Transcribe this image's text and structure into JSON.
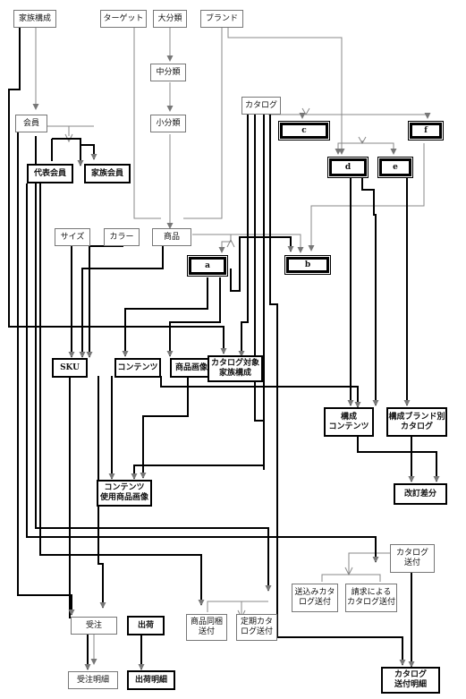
{
  "entities": {
    "kazoku_kousei": "家族構成",
    "target": "ターゲット",
    "daibunrui": "大分類",
    "brand": "ブランド",
    "chuubunrui": "中分類",
    "shoubunrui": "小分類",
    "catalog": "カタログ",
    "kaiin": "会員",
    "daihyou_kaiin": "代表会員",
    "kazoku_kaiin": "家族会員",
    "c": "c",
    "f": "f",
    "d": "d",
    "e": "e",
    "size": "サイズ",
    "color": "カラー",
    "shouhin": "商品",
    "a": "a",
    "b": "b",
    "sku": "SKU",
    "contents": "コンテンツ",
    "shouhin_gazou": "商品画像",
    "catalog_taishou": "カタログ対象\n家族構成",
    "kousei_contents": "構成\nコンテンツ",
    "kousei_brand_catalog": "構成ブランド別\nカタログ",
    "contents_shiyou": "コンテンツ\n使用商品画像",
    "kaitei_sabun": "改訂差分",
    "catalog_soufu": "カタログ\n送付",
    "komikomi": "送込みカタ\nログ送付",
    "seikyuu": "請求による\nカタログ送付",
    "shouhin_doukon": "商品同梱\n送付",
    "teiki": "定期カタ\nログ送付",
    "juchuu": "受注",
    "shukka": "出荷",
    "juchuu_meisai": "受注明細",
    "shukka_meisai": "出荷明細",
    "catalog_soufu_meisai": "カタログ\n送付明細"
  }
}
